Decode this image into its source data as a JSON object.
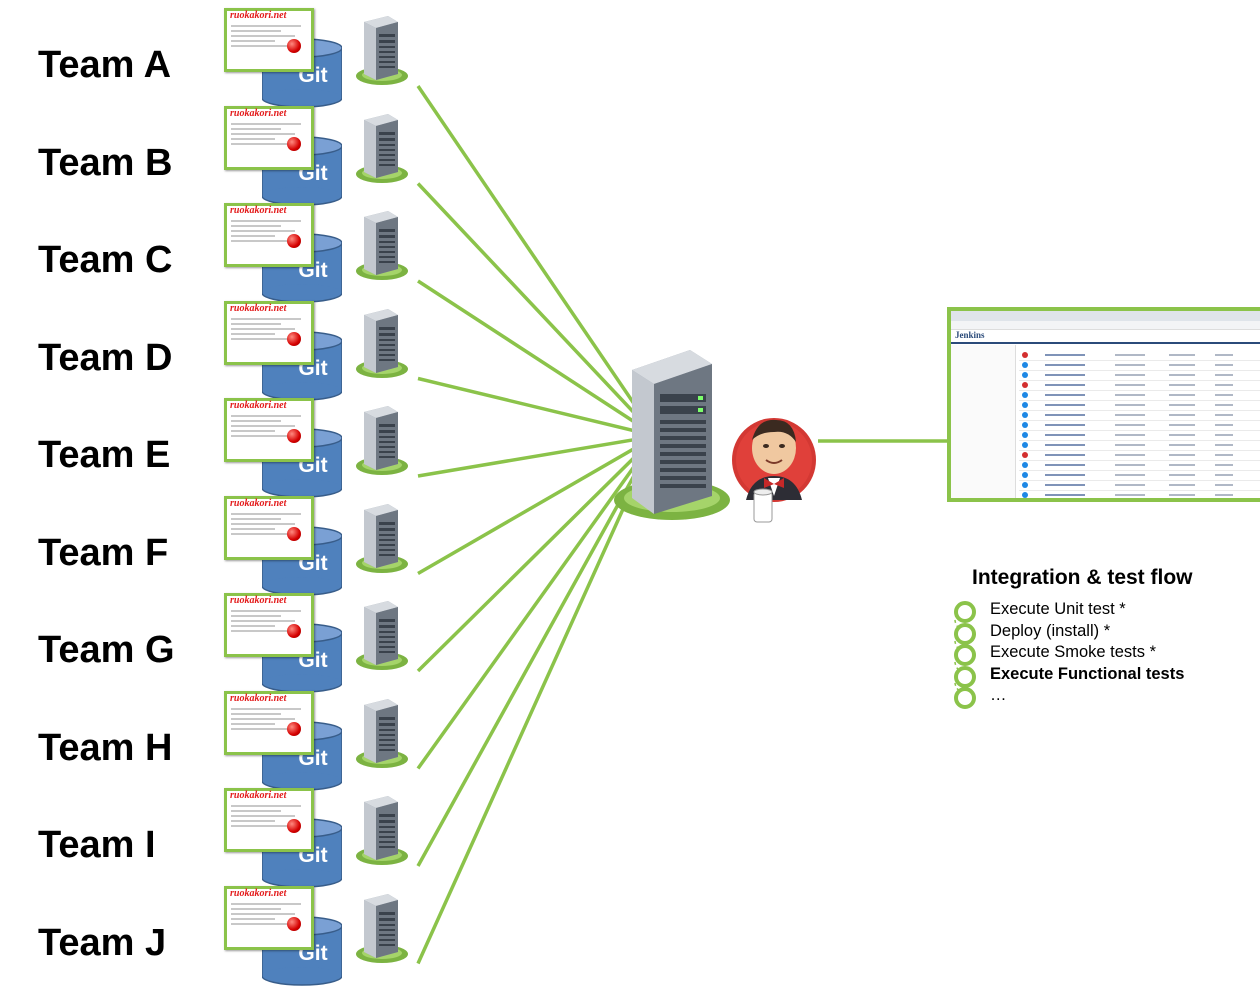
{
  "teams": [
    {
      "label": "Team A"
    },
    {
      "label": "Team B"
    },
    {
      "label": "Team C"
    },
    {
      "label": "Team D"
    },
    {
      "label": "Team E"
    },
    {
      "label": "Team F"
    },
    {
      "label": "Team G"
    },
    {
      "label": "Team H"
    },
    {
      "label": "Team I"
    },
    {
      "label": "Team J"
    }
  ],
  "repo": {
    "git_label": "Git",
    "card_logo": "ruokakori.net"
  },
  "jenkins_screenshot": {
    "brand": "Jenkins"
  },
  "flow": {
    "title": "Integration & test flow",
    "steps": [
      {
        "label": "Execute Unit test *",
        "bold": false
      },
      {
        "label": "Deploy (install) *",
        "bold": false
      },
      {
        "label": "Execute Smoke tests *",
        "bold": false
      },
      {
        "label": "Execute Functional tests",
        "bold": true
      },
      {
        "label": "…",
        "bold": false
      }
    ]
  },
  "colors": {
    "connector": "#8bc34a",
    "db_fill": "#4f81bd",
    "db_dark": "#385d8a",
    "server_base": "#8bc34a"
  }
}
